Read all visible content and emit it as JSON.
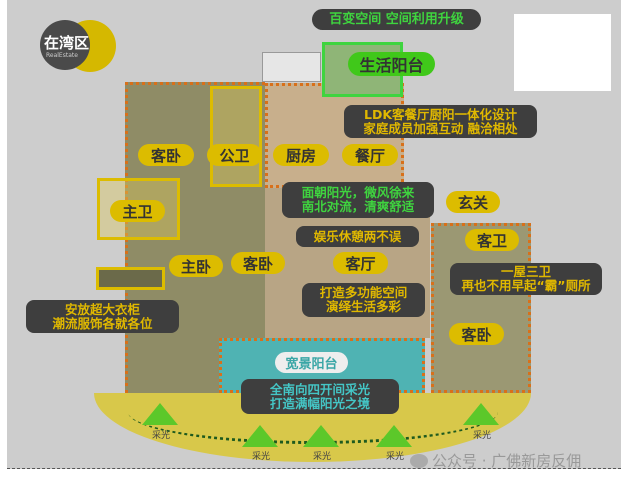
{
  "logo": {
    "text": "在湾区",
    "sub": "RealEstate"
  },
  "headline": "百变空间 空间利用升级",
  "rooms": {
    "living_balcony": "生活阳台",
    "guest_bed_1": "客卧",
    "public_bath": "公卫",
    "kitchen": "厨房",
    "dining": "餐厅",
    "master_bath": "主卫",
    "entrance": "玄关",
    "guest_bath": "客卫",
    "master_bed": "主卧",
    "guest_bed_2": "客卧",
    "living": "客厅",
    "guest_bed_3": "客卧",
    "wide_balcony": "宽景阳台"
  },
  "notes": {
    "ldk": [
      "LDK客餐厅厨阳一体化设计",
      "家庭成员加强互动 融洽相处"
    ],
    "sun": [
      "面朝阳光，微风徐来",
      "南北对流，清爽舒适"
    ],
    "leisure": "娱乐休憩两不误",
    "bath": [
      "一屋三卫",
      "再也不用早起“霸”厕所"
    ],
    "wardrobe": [
      "安放超大衣柜",
      "潮流服饰各就各位"
    ],
    "multi": [
      "打造多功能空间",
      "演绎生活多彩"
    ],
    "south": [
      "全南向四开间采光",
      "打造满幅阳光之境"
    ]
  },
  "light_label": "采光",
  "watermark": "公众号 · 广佛新房反佣",
  "colors": {
    "yellow": "#dcbc00",
    "dark": "#3e3e3e",
    "green": "#3fd43f",
    "teal": "#4fb3b3"
  }
}
